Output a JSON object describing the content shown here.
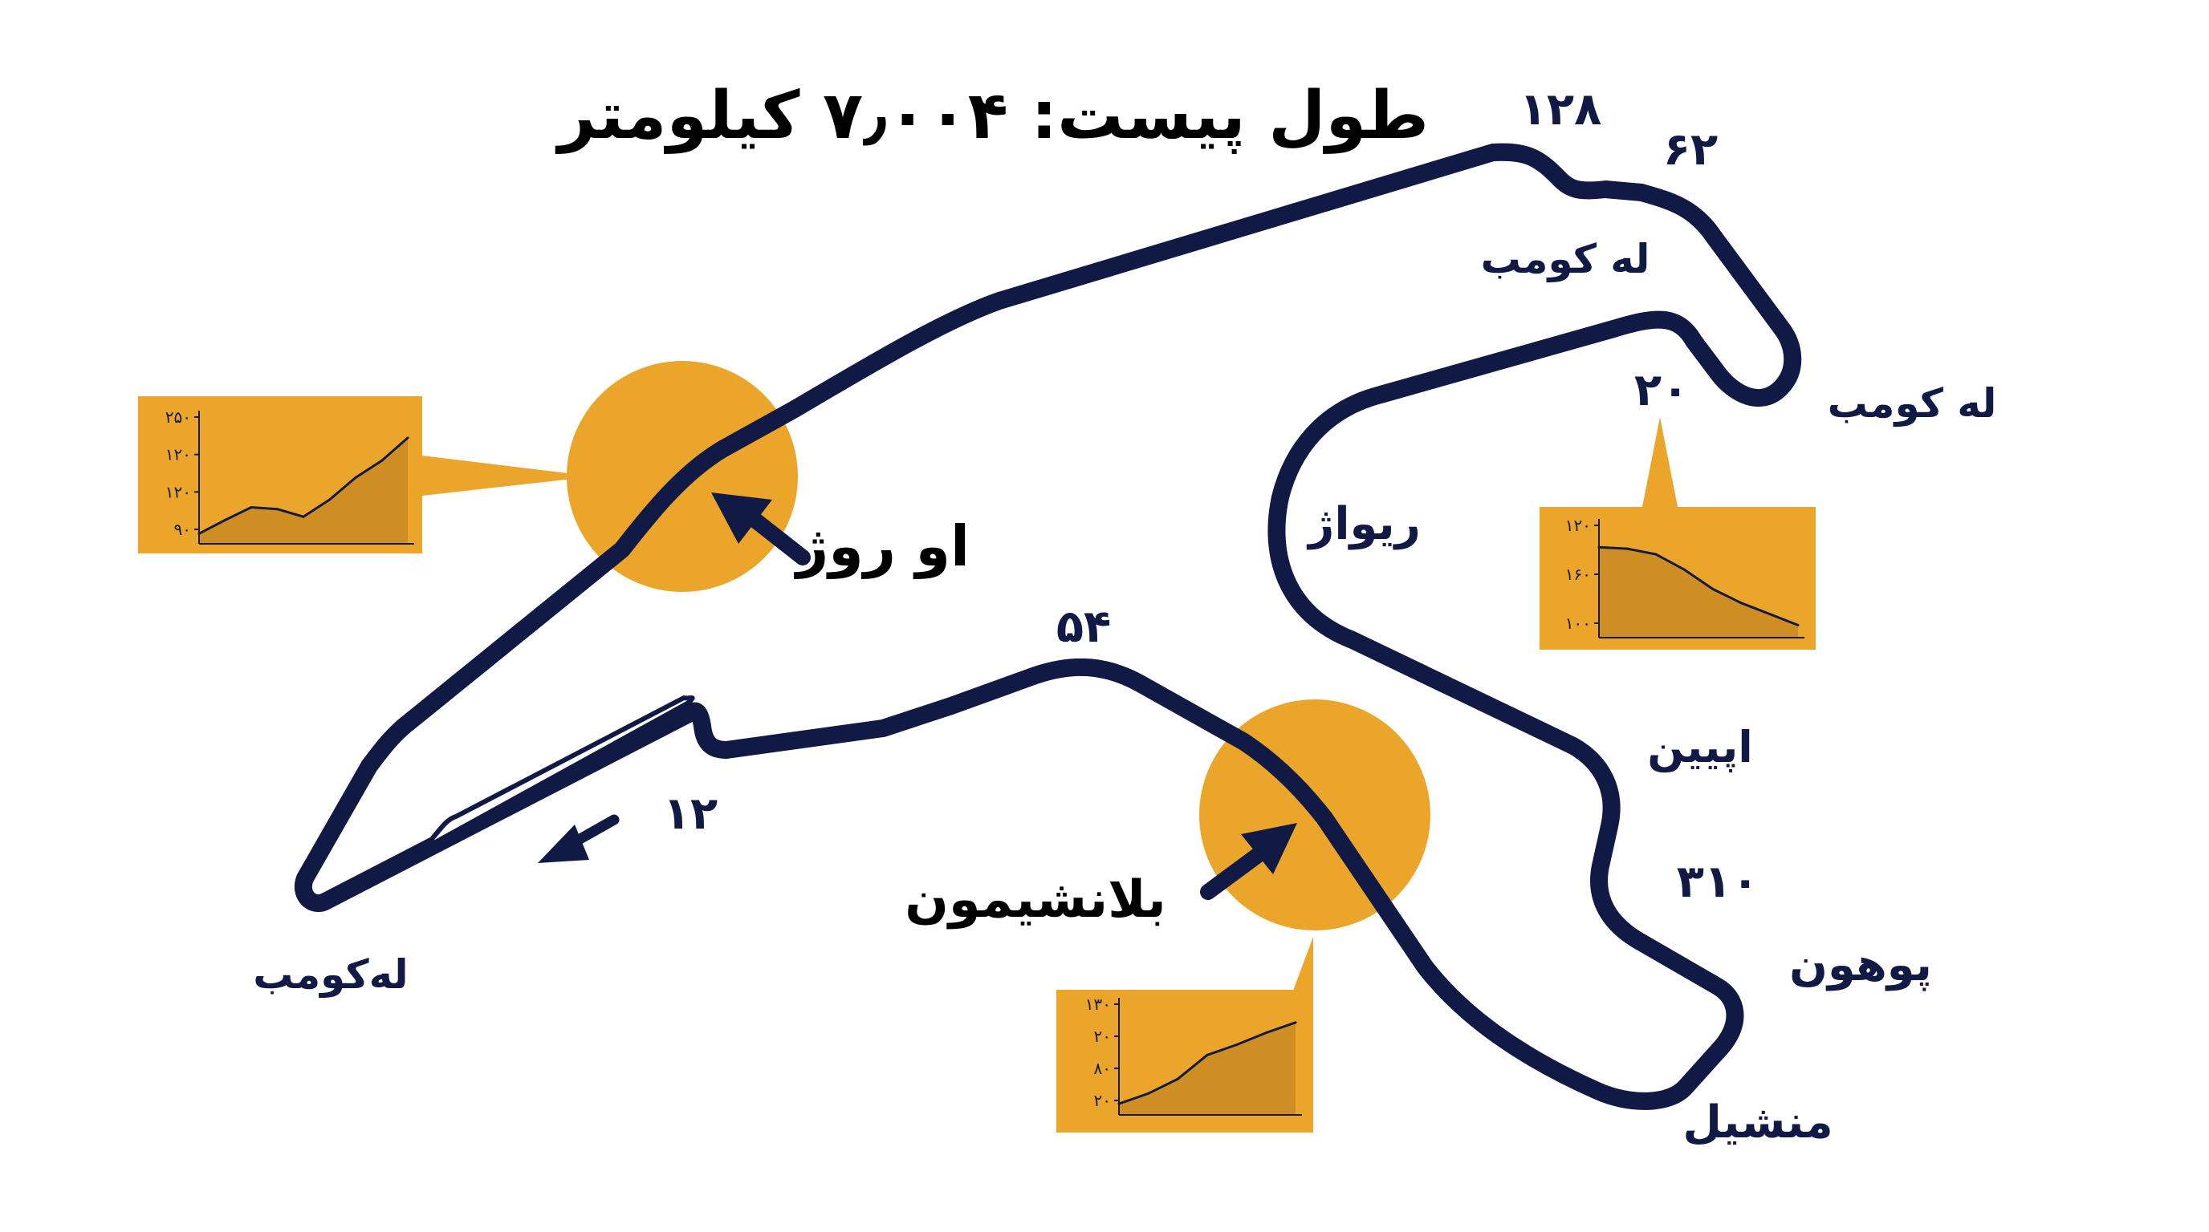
{
  "title": "طول پیست: ۷٫۰۰۴ کیلومتر",
  "colors": {
    "track": "#111a45",
    "accent": "#eca52b",
    "accent_dark": "#c98a22",
    "text": "#111a45",
    "background": "#ffffff"
  },
  "corners": {
    "le_combes_top": "له کومب",
    "le_combes_right": "له کومب",
    "le_combes_left": "له‌کومب",
    "eau_rouge": "او روژ",
    "rivage": "ریواژ",
    "pouhon": "پوهون",
    "blanchimont": "بلانشیمون",
    "stavelot": "اپیین",
    "malmedy": "منشیل"
  },
  "numbers": {
    "n128": "۱۲۸",
    "n62": "۶۲",
    "n20": "۲۰",
    "n54": "۵۴",
    "n12": "۱۲",
    "n310": "۳۱۰"
  },
  "chart_data": [
    {
      "type": "area",
      "yticks": [
        "۲۵۰",
        "۱۲۰",
        "۱۲۰",
        "۹۰"
      ],
      "values": [
        92,
        108,
        123,
        121,
        112,
        132,
        158,
        178,
        205
      ]
    },
    {
      "type": "area",
      "yticks": [
        "۱۲۰",
        "۱۶۰",
        "۱۰۰"
      ],
      "values": [
        120,
        119,
        115,
        104,
        90,
        80,
        72,
        64
      ]
    },
    {
      "type": "area",
      "yticks": [
        "۱۳۰",
        "۲۰",
        "۸۰",
        "۲۰"
      ],
      "values": [
        33,
        45,
        62,
        90,
        102,
        116,
        128
      ]
    }
  ]
}
